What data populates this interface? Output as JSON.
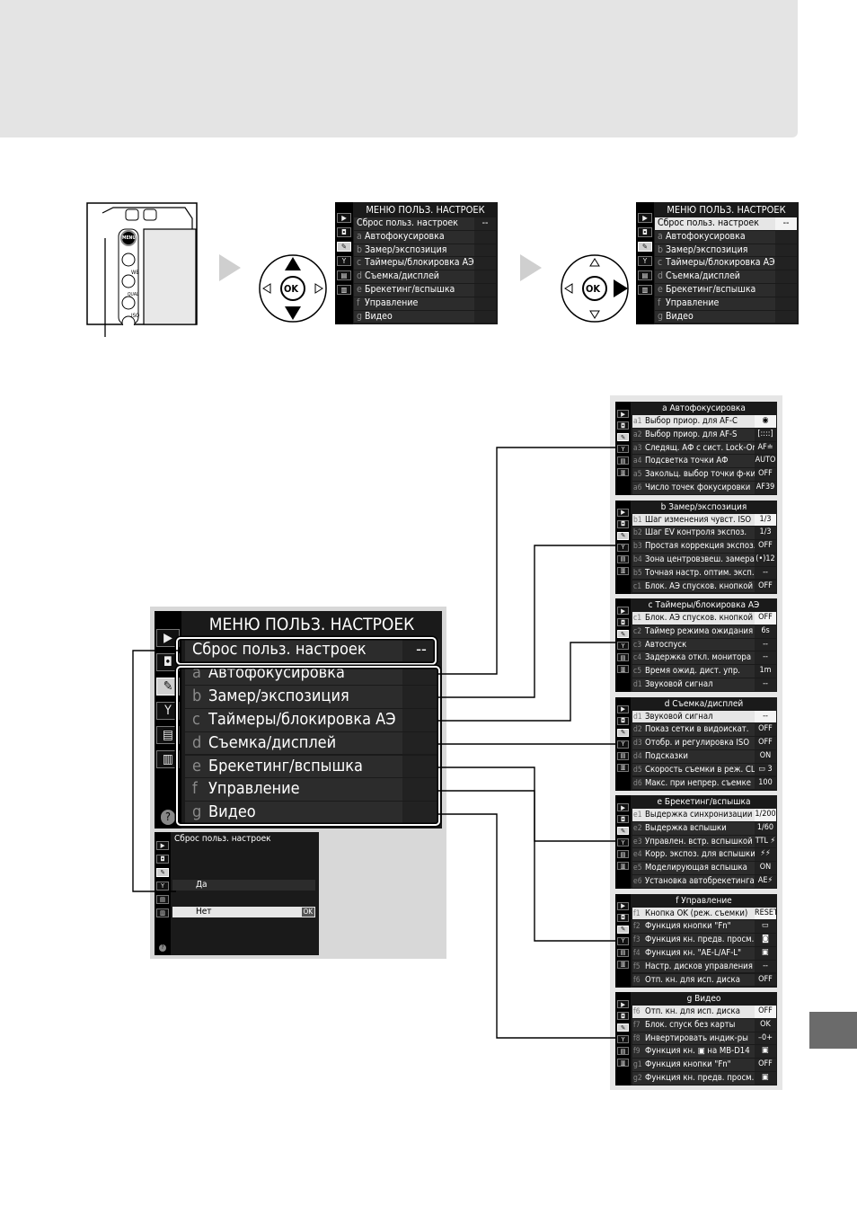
{
  "colors": {
    "banner": "#e4e4e4",
    "screen_bg": "#1a1a1a",
    "row": "#2c2c2c",
    "highlight": "#e6e6e6",
    "arrow": "#cfcfcf",
    "side_tab": "#6b6b6b"
  },
  "step1": {
    "labels": {
      "menu": "MENU",
      "wb": "WB",
      "qual": "QUAL",
      "iso": "ISO"
    }
  },
  "dpad": {
    "ok": "OK"
  },
  "small_menu": {
    "title": "МЕНЮ ПОЛЬЗ. НАСТРОЕК",
    "items": [
      {
        "code": "",
        "label": "Сброс польз. настроек",
        "value": "--"
      },
      {
        "code": "a",
        "label": "Автофокусировка"
      },
      {
        "code": "b",
        "label": "Замер/экспозиция"
      },
      {
        "code": "c",
        "label": "Таймеры/блокировка АЭ"
      },
      {
        "code": "d",
        "label": "Съемка/дисплей"
      },
      {
        "code": "e",
        "label": "Брекетинг/вспышка"
      },
      {
        "code": "f",
        "label": "Управление"
      },
      {
        "code": "g",
        "label": "Видео"
      }
    ]
  },
  "reset_dialog": {
    "title": "Сброс польз. настроек",
    "yes": "Да",
    "no": "Нет",
    "ok": "OK"
  },
  "submenus": [
    {
      "title": "a Автофокусировка",
      "rows": [
        {
          "code": "a1",
          "label": "Выбор приор. для AF-C",
          "value": "◉"
        },
        {
          "code": "a2",
          "label": "Выбор приор. для AF-S",
          "value": "[::::]"
        },
        {
          "code": "a3",
          "label": "Следящ. АФ с сист. Lock-On",
          "value": "AF≐"
        },
        {
          "code": "a4",
          "label": "Подсветка точки АФ",
          "value": "AUTO"
        },
        {
          "code": "a5",
          "label": "Закольц. выбор точки ф-ки",
          "value": "OFF"
        },
        {
          "code": "a6",
          "label": "Число точек фокусировки",
          "value": "AF39"
        }
      ]
    },
    {
      "title": "b Замер/экспозиция",
      "rows": [
        {
          "code": "b1",
          "label": "Шаг изменения чувст. ISO",
          "value": "1/3"
        },
        {
          "code": "b2",
          "label": "Шаг EV контроля экспоз.",
          "value": "1/3"
        },
        {
          "code": "b3",
          "label": "Простая коррекция экспоз.",
          "value": "OFF"
        },
        {
          "code": "b4",
          "label": "Зона центровзвеш. замера",
          "value": "(•)12"
        },
        {
          "code": "b5",
          "label": "Точная настр. оптим. эксп.",
          "value": "--"
        },
        {
          "code": "c1",
          "label": "Блок. АЭ спусков. кнопкой",
          "value": "OFF"
        }
      ]
    },
    {
      "title": "c Таймеры/блокировка АЭ",
      "rows": [
        {
          "code": "c1",
          "label": "Блок. АЭ спусков. кнопкой",
          "value": "OFF"
        },
        {
          "code": "c2",
          "label": "Таймер режима ожидания",
          "value": "6s"
        },
        {
          "code": "c3",
          "label": "Автоспуск",
          "value": "--"
        },
        {
          "code": "c4",
          "label": "Задержка откл. монитора",
          "value": "--"
        },
        {
          "code": "c5",
          "label": "Время ожид. дист. упр.",
          "value": "1m"
        },
        {
          "code": "d1",
          "label": "Звуковой сигнал",
          "value": "--"
        }
      ]
    },
    {
      "title": "d Съемка/дисплей",
      "rows": [
        {
          "code": "d1",
          "label": "Звуковой сигнал",
          "value": "--"
        },
        {
          "code": "d2",
          "label": "Показ сетки в видоискат.",
          "value": "OFF"
        },
        {
          "code": "d3",
          "label": "Отобр. и регулировка ISO",
          "value": "OFF"
        },
        {
          "code": "d4",
          "label": "Подсказки",
          "value": "ON"
        },
        {
          "code": "d5",
          "label": "Скорость съемки в реж. CL",
          "value": "▭ 3"
        },
        {
          "code": "d6",
          "label": "Макс. при непрер. съемке",
          "value": "100"
        }
      ]
    },
    {
      "title": "e Брекетинг/вспышка",
      "rows": [
        {
          "code": "e1",
          "label": "Выдержка синхронизации",
          "value": "1/200"
        },
        {
          "code": "e2",
          "label": "Выдержка вспышки",
          "value": "1/60"
        },
        {
          "code": "e3",
          "label": "Управлен. встр. вспышкой",
          "value": "TTL ⚡"
        },
        {
          "code": "e4",
          "label": "Корр. экспоз. для вспышки",
          "value": "⚡⚡"
        },
        {
          "code": "e5",
          "label": "Моделирующая вспышка",
          "value": "ON"
        },
        {
          "code": "e6",
          "label": "Установка автобрекетинга",
          "value": "AE⚡"
        }
      ]
    },
    {
      "title": "f Управление",
      "rows": [
        {
          "code": "f1",
          "label": "Кнопка OK (реж. съемки)",
          "value": "RESET"
        },
        {
          "code": "f2",
          "label": "Функция кнопки \"Fn\"",
          "value": "▭"
        },
        {
          "code": "f3",
          "label": "Функция кн. предв. просм.",
          "value": "◙"
        },
        {
          "code": "f4",
          "label": "Функция кн. \"AE-L/AF-L\"",
          "value": "▣"
        },
        {
          "code": "f5",
          "label": "Настр. дисков управления",
          "value": "--"
        },
        {
          "code": "f6",
          "label": "Отп. кн. для исп. диска",
          "value": "OFF"
        }
      ]
    },
    {
      "title": "g Видео",
      "rows": [
        {
          "code": "f6",
          "label": "Отп. кн. для исп. диска",
          "value": "OFF"
        },
        {
          "code": "f7",
          "label": "Блок. спуск без карты",
          "value": "OK"
        },
        {
          "code": "f8",
          "label": "Инвертировать индик-ры",
          "value": "–0+"
        },
        {
          "code": "f9",
          "label": "Функция кн. ▣ на MB-D14",
          "value": "▣"
        },
        {
          "code": "g1",
          "label": "Функция кнопки \"Fn\"",
          "value": "OFF"
        },
        {
          "code": "g2",
          "label": "Функция кн. предв. просм.",
          "value": "▣"
        }
      ]
    }
  ]
}
